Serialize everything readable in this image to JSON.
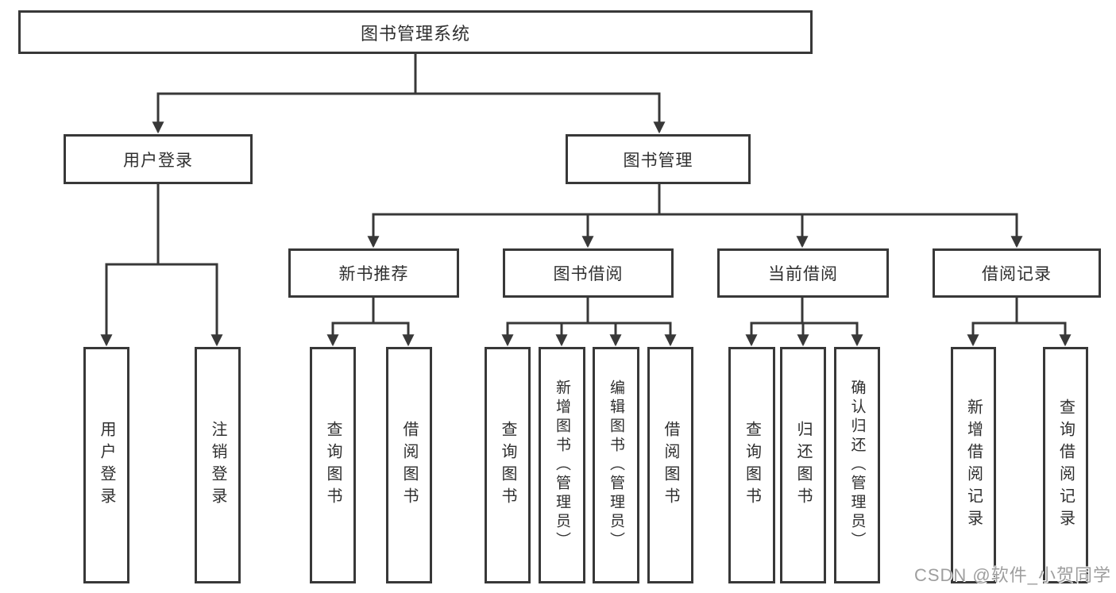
{
  "diagram": {
    "title": "图书管理系统",
    "root": {
      "label": "图书管理系统"
    },
    "level2": [
      {
        "label": "用户登录"
      },
      {
        "label": "图书管理"
      }
    ],
    "level3": [
      {
        "label": "新书推荐"
      },
      {
        "label": "图书借阅"
      },
      {
        "label": "当前借阅"
      },
      {
        "label": "借阅记录"
      }
    ],
    "leaves": {
      "user_login": [
        "用户登录",
        "注销登录"
      ],
      "new_book": [
        "查询图书",
        "借阅图书"
      ],
      "book_borrow": [
        "查询图书",
        "新增图书（管理员）",
        "编辑图书（管理员）",
        "借阅图书"
      ],
      "current_borrow": [
        "查询图书",
        "归还图书",
        "确认归还（管理员）"
      ],
      "borrow_record": [
        "新增借阅记录",
        "查询借阅记录"
      ]
    }
  },
  "watermark": {
    "text": "CSDN @软件_小贺同学"
  },
  "colors": {
    "line": "#383838",
    "text": "#2f2f2f",
    "background": "#ffffff",
    "watermark": "#9e9e9e"
  }
}
